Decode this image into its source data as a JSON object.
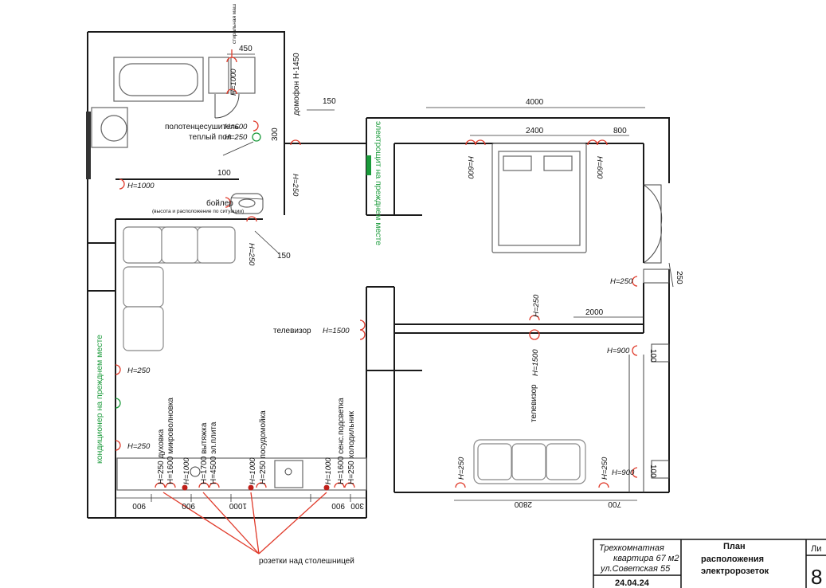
{
  "labels": {
    "washing_machine": "стиральная маш",
    "dim_450": "450",
    "h1000_bath": "Н=1000",
    "towel_heater": "полотенцесушитель",
    "h600_towel": "Н=600",
    "warm_floor": "теплый пол",
    "h250_floor": "Н=250",
    "dim_100_a": "100",
    "intercom": "домофон Н-1450",
    "dim_150_a": "150",
    "dim_300": "300",
    "h250_hall": "Н=250",
    "panel": "электрощит на прежднем месте",
    "h1000_left": "Н=1000",
    "boiler": "бойлер",
    "boiler_note": "(высота и расположение по ситуации)",
    "h250_living": "Н=250",
    "dim_150_b": "150",
    "tv_living": "телевизор",
    "h1500_living": "Н=1500",
    "aircon": "кондиционер на прежднем месте",
    "h250_left_a": "Н=250",
    "h250_left_b": "Н=250",
    "kitchen_labels": [
      "Н=250 духовка",
      "Н=1600 микроволновка",
      "Н=1000",
      "Н=1700 вытяжка",
      "Н=4500 эл.плита",
      "Н=1000",
      "Н=250 посудомойка",
      "Н=1000",
      "Н=1600 сенс.подсветка",
      "Н=250 холодильник"
    ],
    "kitchen_dims": [
      "900",
      "900",
      "1000",
      "900",
      "300"
    ],
    "countertop_outlets": "розетки над столешницей",
    "dim_4000": "4000",
    "dim_2400": "2400",
    "dim_800": "800",
    "h600_bed_l": "Н=600",
    "h600_bed_r": "Н=600",
    "h250_bedroom": "Н=250",
    "dim_250": "250",
    "h250_mid": "Н=250",
    "dim_2000": "2000",
    "h900_right": "Н=900",
    "dim_100_b": "100",
    "tv_room2": "телевизор",
    "h1500_room2": "Н=1500",
    "h250_room2_l": "Н=250",
    "h250_room2_r": "Н=250",
    "h900_room2": "Н=900",
    "dim_100_c": "100",
    "dim_2800": "2800",
    "dim_700": "700"
  },
  "title_block": {
    "project": "Трехкомнатная квартира 67 м2",
    "project_line1": "Трехкомнатная",
    "project_line2": "квартира 67 м2",
    "address": "ул.Советская 55",
    "sheet_title_line1": "План",
    "sheet_title_line2": "расположения",
    "sheet_title_line3": "электророзеток",
    "sheet_label": "Ли",
    "sheet_number": "8",
    "date": "24.04.24"
  },
  "colors": {
    "wall": "#1a1a1a",
    "outlet": "#e03a2a",
    "green_annotation": "#1a9a3a"
  }
}
